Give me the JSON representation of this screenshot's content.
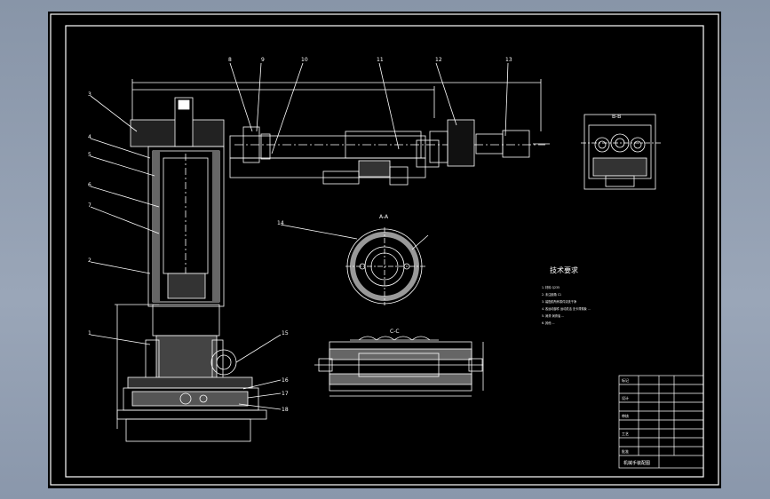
{
  "drawing": {
    "notes_title": "技术要求",
    "notes": [
      "1. 材料 Q235",
      "2. 未注倒角 C1",
      "3. 装配前所有零件清洗干净",
      "4. 各运动部件 运动灵活 无卡滞现象 ...",
      "5. 润滑 润滑油 ...",
      "6. 其他 ..."
    ],
    "section_labels": {
      "b_b": "B-B",
      "a_a": "A-A",
      "c_c": "C-C"
    },
    "part_numbers": {
      "top_row": [
        "8",
        "9",
        "10",
        "11",
        "12",
        "13"
      ],
      "left_column": [
        "3",
        "4",
        "5",
        "6",
        "7",
        "2",
        "1"
      ],
      "right_column": [
        "15",
        "16",
        "17",
        "18"
      ],
      "center": "14"
    },
    "title_block": {
      "drawing_name": "机械手装配图",
      "rows": [
        "标记",
        "设计",
        "审核",
        "工艺",
        "批准"
      ]
    }
  }
}
